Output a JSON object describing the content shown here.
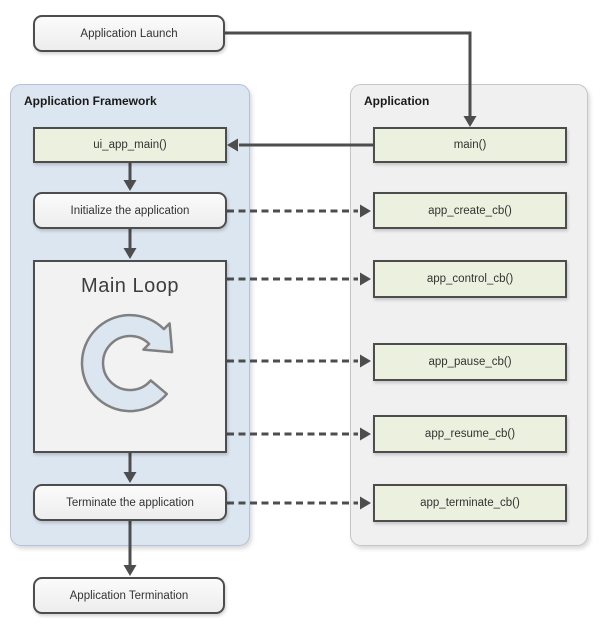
{
  "panels": {
    "framework": {
      "title": "Application Framework"
    },
    "application": {
      "title": "Application"
    }
  },
  "nodes": {
    "launch": "Application Launch",
    "ui_app_main": "ui_app_main()",
    "initialize": "Initialize the application",
    "main_loop": "Main Loop",
    "terminate": "Terminate the application",
    "termination": "Application Termination",
    "main": "main()"
  },
  "callbacks": [
    "app_create_cb()",
    "app_control_cb()",
    "app_pause_cb()",
    "app_resume_cb()",
    "app_terminate_cb()"
  ],
  "icons": {
    "loop": "clockwise-loop-arrow-icon"
  },
  "colors": {
    "framework_panel": "#dce6f1",
    "application_panel": "#f0f0f0",
    "callback_box": "#ebf1de",
    "flow_box": "#f2f2f2",
    "box_border": "#4d4d4d",
    "arrow": "#4d4d4d",
    "loop_icon_fill": "#dce6f1",
    "loop_icon_stroke": "#808080"
  }
}
